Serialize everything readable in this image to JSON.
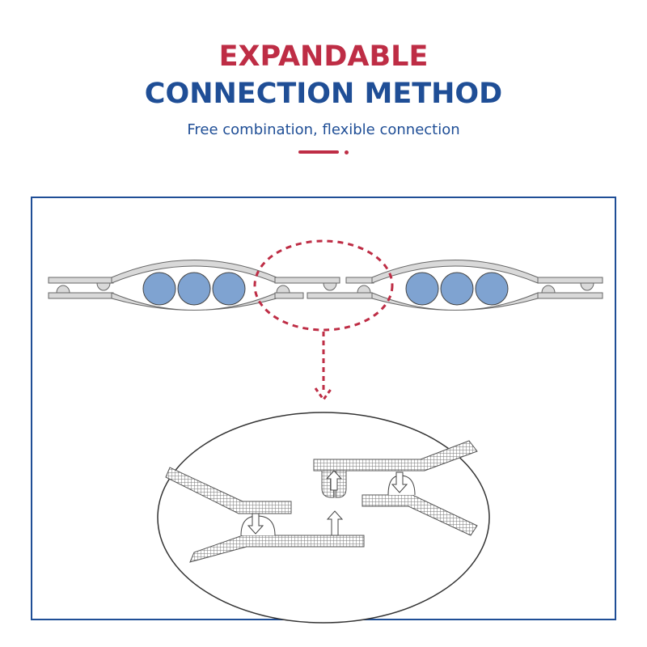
{
  "header": {
    "title_line1": "EXPANDABLE",
    "title_line2": "CONNECTION METHOD",
    "subtitle": "Free combination, flexible connection"
  },
  "colors": {
    "accent_red": "#BE2D45",
    "brand_blue": "#1F4E96",
    "circle_fill": "#7FA3D1",
    "rail_fill": "#D9D9D9"
  },
  "diagram": {
    "icons": [
      "connector-chain",
      "magnify-ellipse",
      "down-arrow-dotted",
      "zoomed-joint-detail"
    ]
  }
}
